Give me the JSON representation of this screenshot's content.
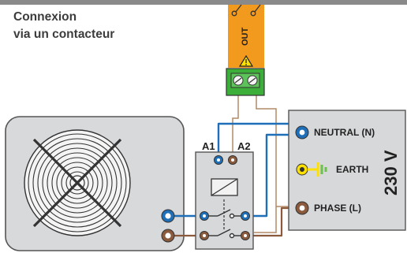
{
  "title": {
    "line1": "Connexion",
    "line2": "via un contacteur"
  },
  "module": {
    "out_label": "OUT"
  },
  "contactor": {
    "a1_label": "A1",
    "a2_label": "A2"
  },
  "mains": {
    "neutral_label": "NEUTRAL (N)",
    "earth_label": "EARTH",
    "phase_label": "PHASE (L)",
    "voltage_label": "230 V"
  },
  "colors": {
    "neutral_wire": "#1e6fb8",
    "phase_wire": "#8b5a3c",
    "control_wire": "#b08a66",
    "module_orange": "#f29a1e",
    "terminal_green": "#3cae3a",
    "earth_yellow": "#ffe100",
    "earth_green": "#6cc24a",
    "panel_gray": "#d7d8da"
  },
  "icons": [
    "fan-icon",
    "contactor-coil-icon",
    "switch-contact-icon",
    "relay-contact-icon",
    "warning-icon",
    "earth-icon",
    "screw-terminal-icon"
  ]
}
